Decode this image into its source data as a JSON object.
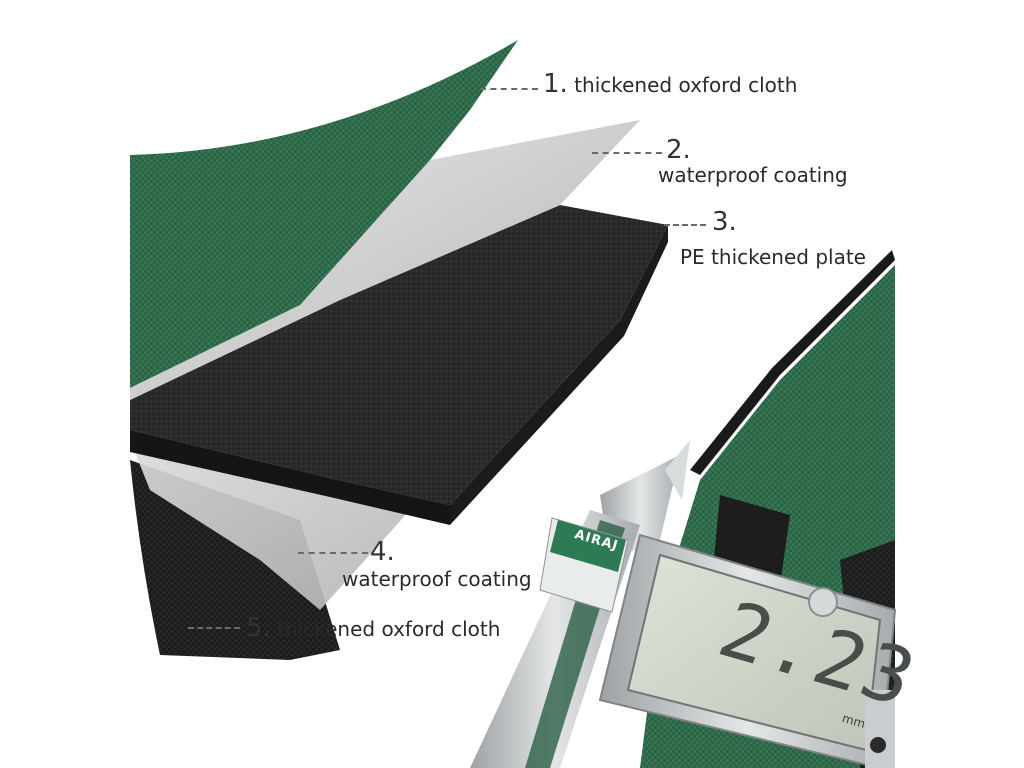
{
  "layers": [
    {
      "number": "1.",
      "name": "thickened oxford cloth"
    },
    {
      "number": "2.",
      "name": "waterproof coating"
    },
    {
      "number": "3.",
      "name": "PE thickened plate"
    },
    {
      "number": "4.",
      "name": "waterproof coating"
    },
    {
      "number": "5.",
      "name": "thickened oxford cloth"
    }
  ],
  "caliper": {
    "brand": "AIRAJ",
    "reading": "2.23",
    "unit": "mm"
  },
  "colors": {
    "green_cloth": "#2f6b4b",
    "green_dark": "#244f3a",
    "coating_gray": "#cfcfcf",
    "pe_black": "#2b2b2b",
    "black_cloth": "#1e1e1e",
    "caliper_steel": "#bfc3c5"
  }
}
